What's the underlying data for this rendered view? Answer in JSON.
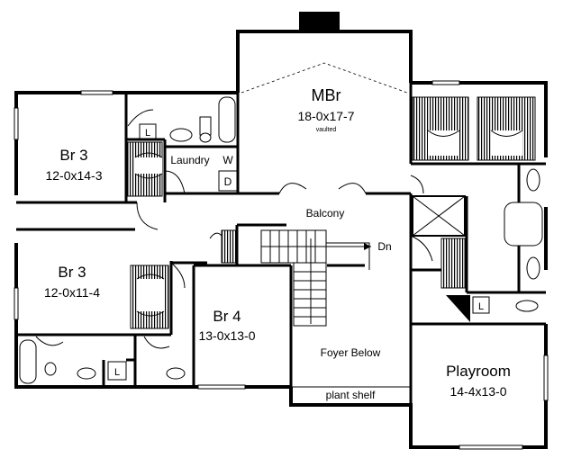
{
  "rooms": {
    "mbr": {
      "name": "MBr",
      "size": "18-0x17-7",
      "note": "vaulted"
    },
    "br3_upper": {
      "name": "Br 3",
      "size": "12-0x14-3"
    },
    "br3_lower": {
      "name": "Br 3",
      "size": "12-0x11-4"
    },
    "br4": {
      "name": "Br 4",
      "size": "13-0x13-0"
    },
    "playroom": {
      "name": "Playroom",
      "size": "14-4x13-0"
    }
  },
  "labels": {
    "laundry": "Laundry",
    "washer": "W",
    "dryer": "D",
    "balcony": "Balcony",
    "down": "Dn",
    "foyer_below": "Foyer Below",
    "plant_shelf": "plant shelf",
    "linen": "L"
  }
}
